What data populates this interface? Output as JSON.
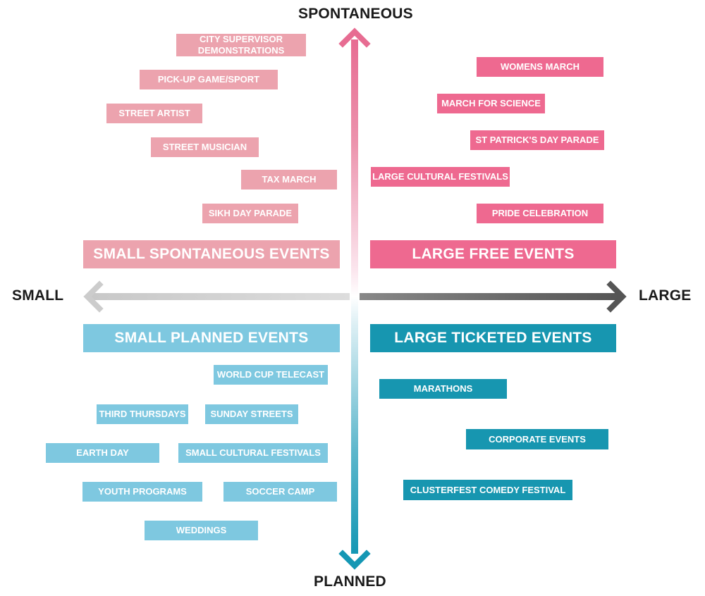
{
  "axes": {
    "top": "SPONTANEOUS",
    "bottom": "PLANNED",
    "left": "SMALL",
    "right": "LARGE"
  },
  "colors": {
    "small_spontaneous": "#eca3ae",
    "large_free": "#ee6990",
    "small_planned": "#7ec8e0",
    "large_ticketed": "#1796b0",
    "vertical_top": "#e76c92",
    "vertical_bottom": "#1497b4",
    "horizontal_left": "#cccccc",
    "horizontal_right": "#555555"
  },
  "quadrants": {
    "small_spontaneous": {
      "title": "SMALL SPONTANEOUS EVENTS",
      "items": [
        "CITY SUPERVISOR DEMONSTRATIONS",
        "PICK-UP GAME/SPORT",
        "STREET ARTIST",
        "STREET MUSICIAN",
        "TAX MARCH",
        "SIKH DAY PARADE"
      ]
    },
    "large_free": {
      "title": "LARGE FREE EVENTS",
      "items": [
        "WOMENS MARCH",
        "MARCH FOR SCIENCE",
        "ST PATRICK'S DAY PARADE",
        "LARGE CULTURAL FESTIVALS",
        "PRIDE CELEBRATION"
      ]
    },
    "small_planned": {
      "title": "SMALL PLANNED EVENTS",
      "items": [
        "WORLD CUP TELECAST",
        "THIRD THURSDAYS",
        "SUNDAY STREETS",
        "EARTH DAY",
        "SMALL CULTURAL FESTIVALS",
        "YOUTH PROGRAMS",
        "SOCCER CAMP",
        "WEDDINGS"
      ]
    },
    "large_ticketed": {
      "title": "LARGE TICKETED EVENTS",
      "items": [
        "MARATHONS",
        "CORPORATE EVENTS",
        "CLUSTERFEST COMEDY FESTIVAL"
      ]
    }
  }
}
